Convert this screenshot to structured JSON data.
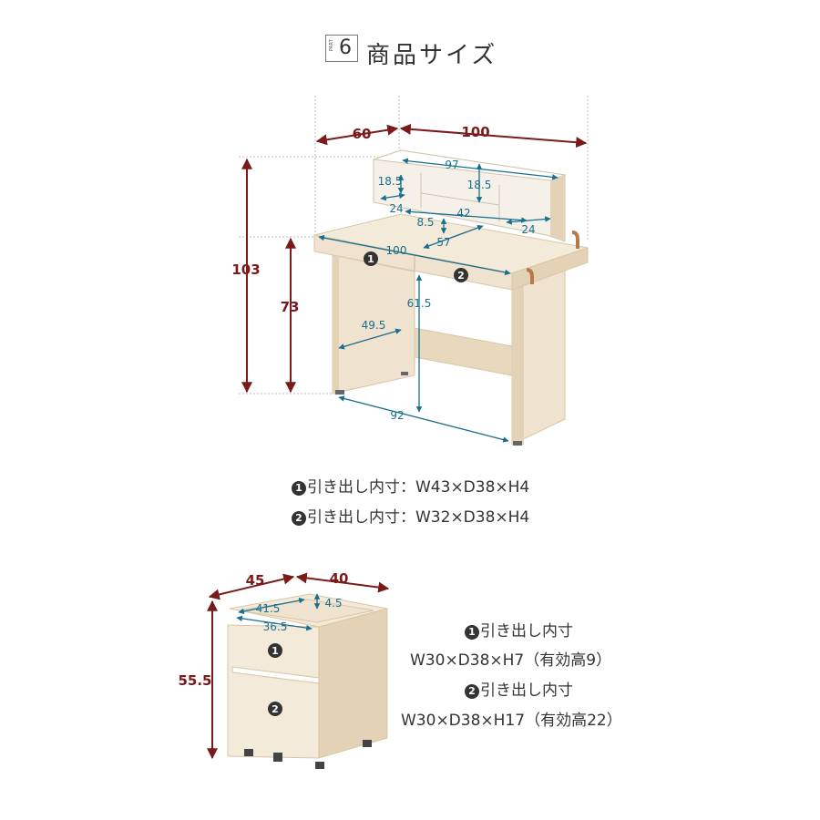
{
  "header": {
    "part_label": "PART",
    "part_number": "6",
    "title": "商品サイズ"
  },
  "desk": {
    "dims": {
      "width_total": "60",
      "shelf_width": "100",
      "height_total": "103",
      "desk_height": "73",
      "shelf_inner_width": "97",
      "shelf_inner_height": "18.5",
      "shelf_left_height": "18.5",
      "shelf_left_depth": "24",
      "shelf_center_width": "42",
      "shelf_right_depth": "24",
      "shelf_gap": "8.5",
      "top_depth": "57",
      "top_width": "100",
      "knee_height": "61.5",
      "knee_depth": "49.5",
      "knee_width": "92"
    },
    "markers": [
      "1",
      "2"
    ],
    "specs": [
      {
        "marker": "1",
        "text": "引き出し内寸：W43×D38×H4"
      },
      {
        "marker": "2",
        "text": "引き出し内寸：W32×D38×H4"
      }
    ]
  },
  "wagon": {
    "dims": {
      "depth": "45",
      "width": "40",
      "height": "55.5",
      "top_inner_depth": "41.5",
      "top_lip": "4.5",
      "top_inner_width": "36.5"
    },
    "markers": [
      "1",
      "2"
    ],
    "specs": [
      {
        "marker": "1",
        "line1": "引き出し内寸",
        "line2": "W30×D38×H7（有効高9）"
      },
      {
        "marker": "2",
        "line1": "引き出し内寸",
        "line2": "W30×D38×H17（有効高22）"
      }
    ]
  },
  "colors": {
    "outer_dimension": "#7a1a1a",
    "inner_dimension": "#1a6e8e",
    "wood": "#efe3cf",
    "wood_edge": "#d9c6a6"
  }
}
